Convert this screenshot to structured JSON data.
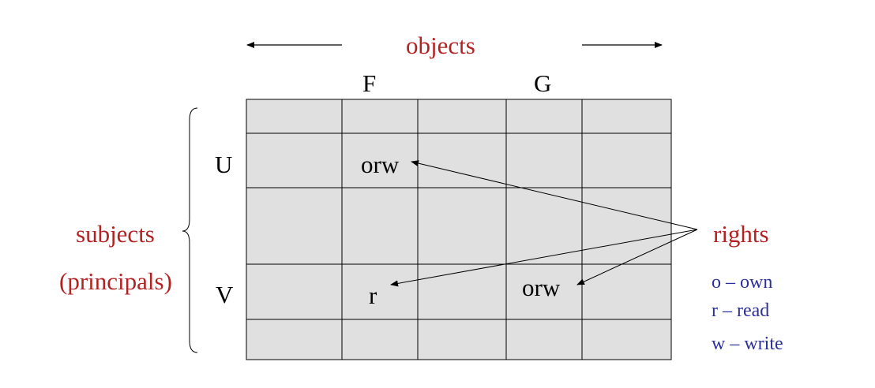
{
  "header": {
    "objects_label": "objects"
  },
  "columns": {
    "f_label": "F",
    "g_label": "G"
  },
  "rows": {
    "u_label": "U",
    "v_label": "V"
  },
  "subjects": {
    "label": "subjects",
    "sublabel": "(principals)"
  },
  "cells": {
    "u_f": "orw",
    "v_f": "r",
    "v_g": "orw"
  },
  "rights": {
    "label": "rights",
    "legend": [
      "o – own",
      "r – read",
      "w – write"
    ]
  },
  "colors": {
    "accent_red": "#b22222",
    "legend_blue": "#2b2f9b",
    "cell_fill": "#e0e0e0",
    "grid_line": "#000000"
  }
}
